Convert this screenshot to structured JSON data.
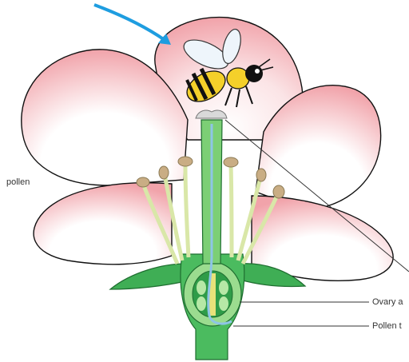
{
  "labels": {
    "pollen": "pollen",
    "ovary": "Ovary a",
    "pollen_tube": "Pollen t"
  },
  "colors": {
    "petal_fill": "#f6c5c8",
    "petal_edge": "#e88e96",
    "stem_green": "#3fae55",
    "bee_yellow": "#f4d02a",
    "arrow_blue": "#1e9de0",
    "anther_tan": "#c9ad84",
    "pointer_line": "#333333"
  },
  "icons": [
    "bee-icon",
    "pointer-arrow-icon"
  ]
}
